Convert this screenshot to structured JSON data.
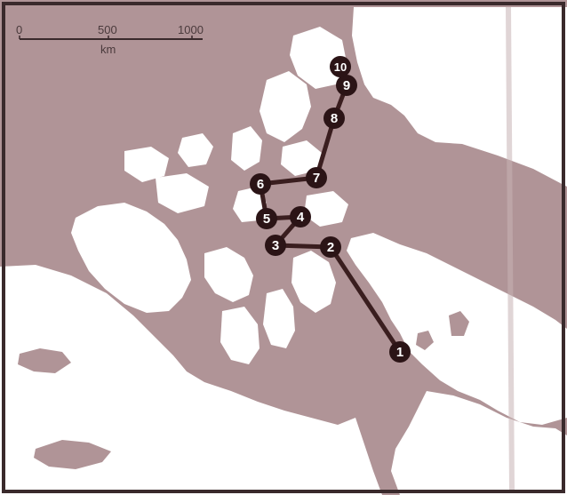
{
  "scale_bar": {
    "ticks": [
      "0",
      "500",
      "1000"
    ],
    "unit": "km"
  },
  "colors": {
    "land": "#ffffff",
    "water": "#b09497",
    "frame": "#3a2a2c",
    "route": "#3a1e1f",
    "marker_fill": "#2b1416",
    "marker_text": "#ffffff"
  },
  "route": {
    "stops": [
      "1",
      "2",
      "3",
      "4",
      "5",
      "6",
      "7",
      "8",
      "9",
      "10"
    ]
  }
}
